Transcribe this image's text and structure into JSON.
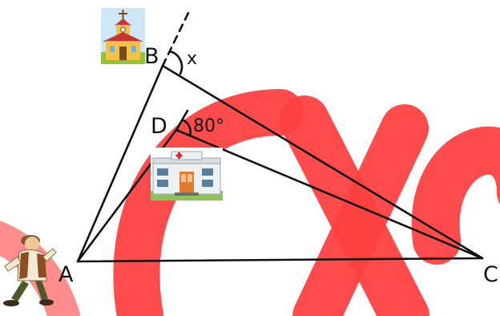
{
  "points": {
    "A": "A",
    "B": "B",
    "C": "C",
    "D": "D"
  },
  "angles": {
    "x": "x",
    "d": "80°"
  },
  "icons": {
    "church": "church-icon",
    "hospital": "hospital-icon",
    "person": "running-person-icon"
  },
  "colors": {
    "line": "#111111",
    "watermark": "#ff2a2a",
    "church_wall": "#f3c247",
    "church_roof": "#c9322f",
    "hospital_wall": "#eef1f2",
    "hospital_cross": "#d9242a"
  }
}
